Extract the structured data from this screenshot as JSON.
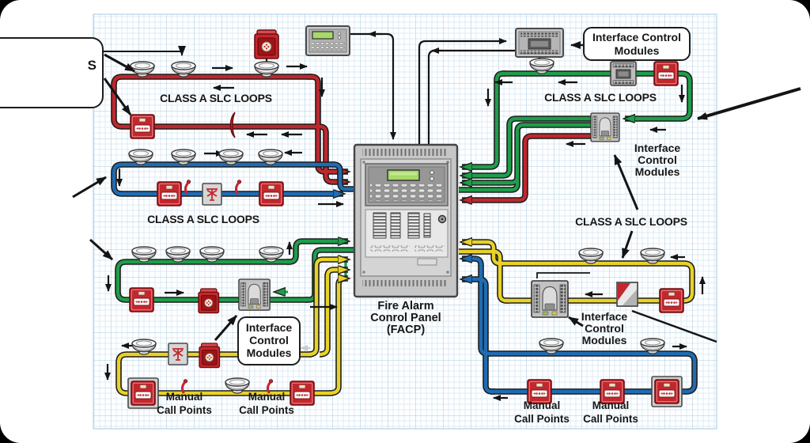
{
  "diagram": {
    "labels": {
      "class_a_slc_loops": "CLASS A SLC LOOPS",
      "icm_line1": "Interface Control",
      "icm_line2": "Modules",
      "icm_interface": "Interface",
      "icm_control": "Control",
      "icm_modules": "Modules",
      "manual_line1": "Manual",
      "manual_line2": "Call Points",
      "facp_line1": "Fire Alarm",
      "facp_line2": "Conrol Panel",
      "facp_line3": "(FACP)",
      "left_callout_fragment": "S"
    },
    "colors": {
      "loop_red": "#c0272d",
      "loop_green": "#1f9d4b",
      "loop_blue": "#1f6cb4",
      "loop_yellow": "#e8d227",
      "wire_outline": "#1d1d1d",
      "panel_gray": "#c6c6c6",
      "lcd_green": "#a8d96a",
      "grid_blue": "#b5d3e7",
      "device_red": "#c3272d"
    },
    "icons": {
      "smoke_detector": "white dome detector",
      "manual_call_point": "red break-glass call point",
      "fire_bell": "red bell/sounder box",
      "interface_control_module": "gray module with terminal strips",
      "annunciator": "gray keypad with green LCD",
      "sprinkler_switch": "gray box with red sprinkler glyph",
      "valve_lever": "small red lever",
      "horn": "red curved horn",
      "door_release": "red/white diagonal release module",
      "facp": "fire alarm control panel cabinet"
    }
  }
}
